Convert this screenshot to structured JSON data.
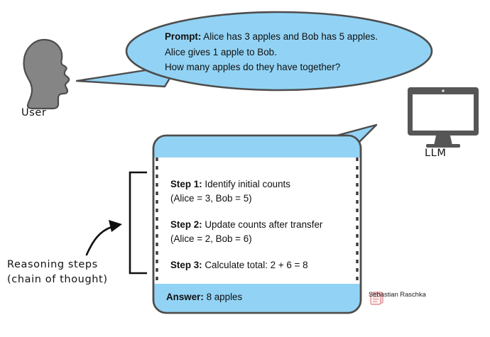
{
  "diagram": {
    "title": "Chain-of-thought prompting illustration",
    "background_color": "#ffffff",
    "accent_blue": "#92d3f5",
    "outline_gray": "#4d4d4d",
    "figure_gray": "#808080",
    "text_color": "#101010"
  },
  "actors": {
    "user": {
      "label": "User",
      "icon": "head-silhouette-icon"
    },
    "llm": {
      "label": "LLM",
      "icon": "monitor-icon"
    }
  },
  "prompt_bubble": {
    "name": "prompt-speech-bubble",
    "lines": [
      {
        "bold": "Prompt:",
        "rest": " Alice has 3 apples and Bob has 5 apples."
      },
      {
        "bold": "",
        "rest": "Alice gives 1 apple to Bob."
      },
      {
        "bold": "",
        "rest": "How many apples do they have together?"
      }
    ],
    "line1_bold": "Prompt:",
    "line1_rest": " Alice has 3 apples and Bob has 5 apples.",
    "line2": "Alice gives 1 apple to Bob.",
    "line3": "How many apples do they have together?"
  },
  "response_box": {
    "name": "llm-response-box",
    "steps": [
      {
        "bold": "Step 1:",
        "rest": " Identify initial counts",
        "detail": "(Alice = 3, Bob = 5)"
      },
      {
        "bold": "Step 2:",
        "rest": " Update counts after transfer",
        "detail": "(Alice = 2, Bob = 6)"
      },
      {
        "bold": "Step 3:",
        "rest": " Calculate total: 2 + 6 = 8",
        "detail": ""
      }
    ],
    "answer_bold": "Answer:",
    "answer_rest": " 8 apples"
  },
  "annotation": {
    "name": "reasoning-steps-annotation",
    "line1": "Reasoning steps",
    "line2": "(chain of thought)",
    "arrow": "curved-arrow-icon",
    "bracket": "square-bracket-icon"
  },
  "watermark": {
    "name": "Sebastian Raschka",
    "icon": "book-stack-icon",
    "icon_color": "#e8a9ab"
  }
}
